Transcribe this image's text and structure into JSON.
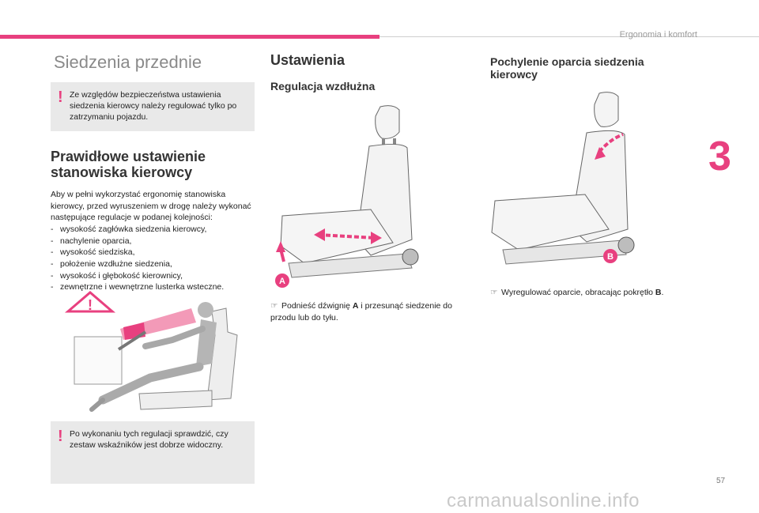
{
  "header": {
    "section": "Ergonomia i komfort",
    "chapter_number": "3"
  },
  "page": {
    "number": "57",
    "watermark": "carmanualsonline.info"
  },
  "col1": {
    "title": "Siedzenia przednie",
    "warning1": "Ze względów bezpieczeństwa ustawienia siedzenia kierowcy należy regulować tylko po zatrzymaniu pojazdu.",
    "heading": "Prawidłowe ustawienie stanowiska kierowcy",
    "intro": "Aby w pełni wykorzystać ergonomię stanowiska kierowcy, przed wyruszeniem w drogę należy wykonać następujące regulacje w podanej kolejności:",
    "items": [
      "wysokość zagłówka siedzenia kierowcy,",
      "nachylenie oparcia,",
      "wysokość siedziska,",
      "położenie wzdłużne siedzenia,",
      "wysokość i głębokość kierownicy,",
      "zewnętrzne i wewnętrzne lusterka wsteczne."
    ],
    "warning2": "Po wykonaniu tych regulacji sprawdzić, czy zestaw wskaźników jest dobrze widoczny."
  },
  "col2": {
    "title": "Ustawienia",
    "subtitle": "Regulacja wzdłużna",
    "label": "A",
    "caption_pre": "Podnieść dźwignię ",
    "caption_key": "A",
    "caption_post": " i przesunąć siedzenie do przodu lub do tyłu."
  },
  "col3": {
    "title": "Pochylenie oparcia siedzenia kierowcy",
    "label": "B",
    "caption_pre": "Wyregulować oparcie, obracając pokrętło ",
    "caption_key": "B",
    "caption_post": "."
  },
  "icons": {
    "bullet": "pointing-hand-icon",
    "warning": "exclamation-icon"
  },
  "colors": {
    "accent": "#e8407f",
    "note_bg": "#e9e9e9"
  }
}
